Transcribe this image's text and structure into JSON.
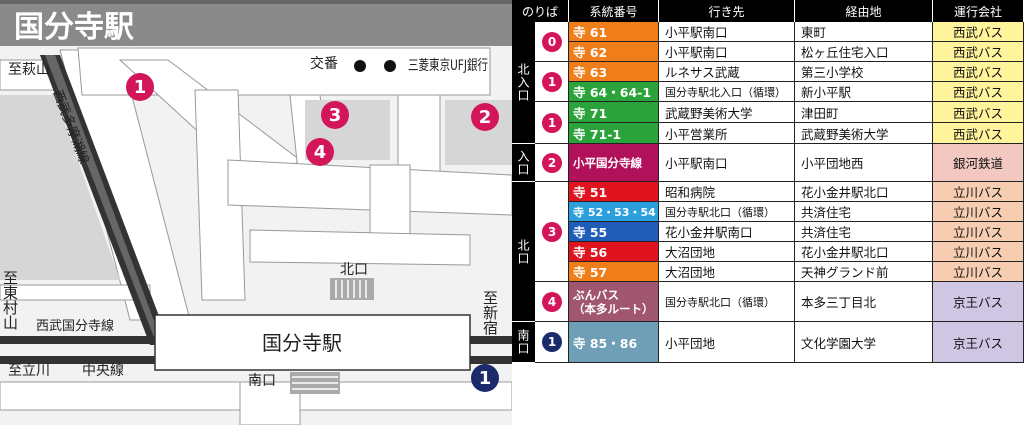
{
  "title": "国分寺駅",
  "map": {
    "labels": {
      "to_hagiyama": "至萩山",
      "seibu_tamako": "西武多摩湖線",
      "to_higashimurayama": "至東村山",
      "seibu_kokubunji": "西武国分寺線",
      "to_tachikawa": "至立川",
      "chuo_line": "中央線",
      "to_shinjuku": "至新宿",
      "koban": "交番",
      "bank": "三菱東京UFJ銀行",
      "north_exit": "北口",
      "south_exit": "南口",
      "station": "国分寺駅"
    },
    "markers": [
      {
        "label": "1",
        "color": "#d3155a"
      },
      {
        "label": "3",
        "color": "#d3155a"
      },
      {
        "label": "4",
        "color": "#d3155a"
      },
      {
        "label": "2",
        "color": "#d3155a"
      },
      {
        "label": "1",
        "color": "#1b2a6b"
      }
    ]
  },
  "table": {
    "headers": [
      "のりば",
      "系統番号",
      "行き先",
      "経由地",
      "運行会社"
    ],
    "sides": [
      "北入口",
      "入口",
      "北口",
      "南口"
    ],
    "stops": [
      {
        "label": "0",
        "color": "#d3155a"
      },
      {
        "label": "1",
        "color": "#d3155a"
      },
      {
        "label": "1",
        "color": "#d3155a"
      },
      {
        "label": "2",
        "color": "#d3155a"
      },
      {
        "label": "3",
        "color": "#d3155a"
      },
      {
        "label": "4",
        "color": "#d3155a"
      },
      {
        "label": "1",
        "color": "#1b2a6b"
      }
    ],
    "rows": [
      {
        "sys": "寺 61",
        "sys_color": "#ef7d1a",
        "dest": "小平駅南口",
        "via": "東町",
        "co": "西武バス",
        "co_bg": "#fff39b"
      },
      {
        "sys": "寺 62",
        "sys_color": "#ef7d1a",
        "dest": "小平駅南口",
        "via": "松ヶ丘住宅入口",
        "co": "西武バス",
        "co_bg": "#fff39b"
      },
      {
        "sys": "寺 63",
        "sys_color": "#ef7d1a",
        "dest": "ルネサス武蔵",
        "via": "第三小学校",
        "co": "西武バス",
        "co_bg": "#fff39b"
      },
      {
        "sys": "寺 64・64-1",
        "sys_color": "#2aa33a",
        "dest": "国分寺駅北入口（循環）",
        "via": "新小平駅",
        "co": "西武バス",
        "co_bg": "#fff39b"
      },
      {
        "sys": "寺 71",
        "sys_color": "#2aa33a",
        "dest": "武蔵野美術大学",
        "via": "津田町",
        "co": "西武バス",
        "co_bg": "#fff39b"
      },
      {
        "sys": "寺 71-1",
        "sys_color": "#2aa33a",
        "dest": "小平営業所",
        "via": "武蔵野美術大学",
        "co": "西武バス",
        "co_bg": "#fff39b"
      },
      {
        "sys": "小平国分寺線",
        "sys_color": "#b1105a",
        "dest": "小平駅南口",
        "via": "小平団地西",
        "co": "銀河鉄道",
        "co_bg": "#f2c8c0"
      },
      {
        "sys": "寺 51",
        "sys_color": "#e0141e",
        "dest": "昭和病院",
        "via": "花小金井駅北口",
        "co": "立川バス",
        "co_bg": "#f6cdb0"
      },
      {
        "sys": "寺 52・53・54",
        "sys_color": "#2c9fdd",
        "dest": "国分寺駅北口（循環）",
        "via": "共済住宅",
        "co": "立川バス",
        "co_bg": "#f6cdb0"
      },
      {
        "sys": "寺 55",
        "sys_color": "#1f5db8",
        "dest": "花小金井駅南口",
        "via": "共済住宅",
        "co": "立川バス",
        "co_bg": "#f6cdb0"
      },
      {
        "sys": "寺 56",
        "sys_color": "#e0141e",
        "dest": "大沼団地",
        "via": "花小金井駅北口",
        "co": "立川バス",
        "co_bg": "#f6cdb0"
      },
      {
        "sys": "寺 57",
        "sys_color": "#ef7d1a",
        "dest": "大沼団地",
        "via": "天神グランド前",
        "co": "立川バス",
        "co_bg": "#f6cdb0"
      },
      {
        "sys": "ぶんバス",
        "sys2": "（本多ルート）",
        "sys_color": "#a0566e",
        "dest": "国分寺駅北口（循環）",
        "via": "本多三丁目北",
        "co": "京王バス",
        "co_bg": "#cfc6e3"
      },
      {
        "sys": "寺 85・86",
        "sys_color": "#6f9fb6",
        "dest": "小平団地",
        "via": "文化学園大学",
        "co": "京王バス",
        "co_bg": "#cfc6e3"
      }
    ]
  }
}
